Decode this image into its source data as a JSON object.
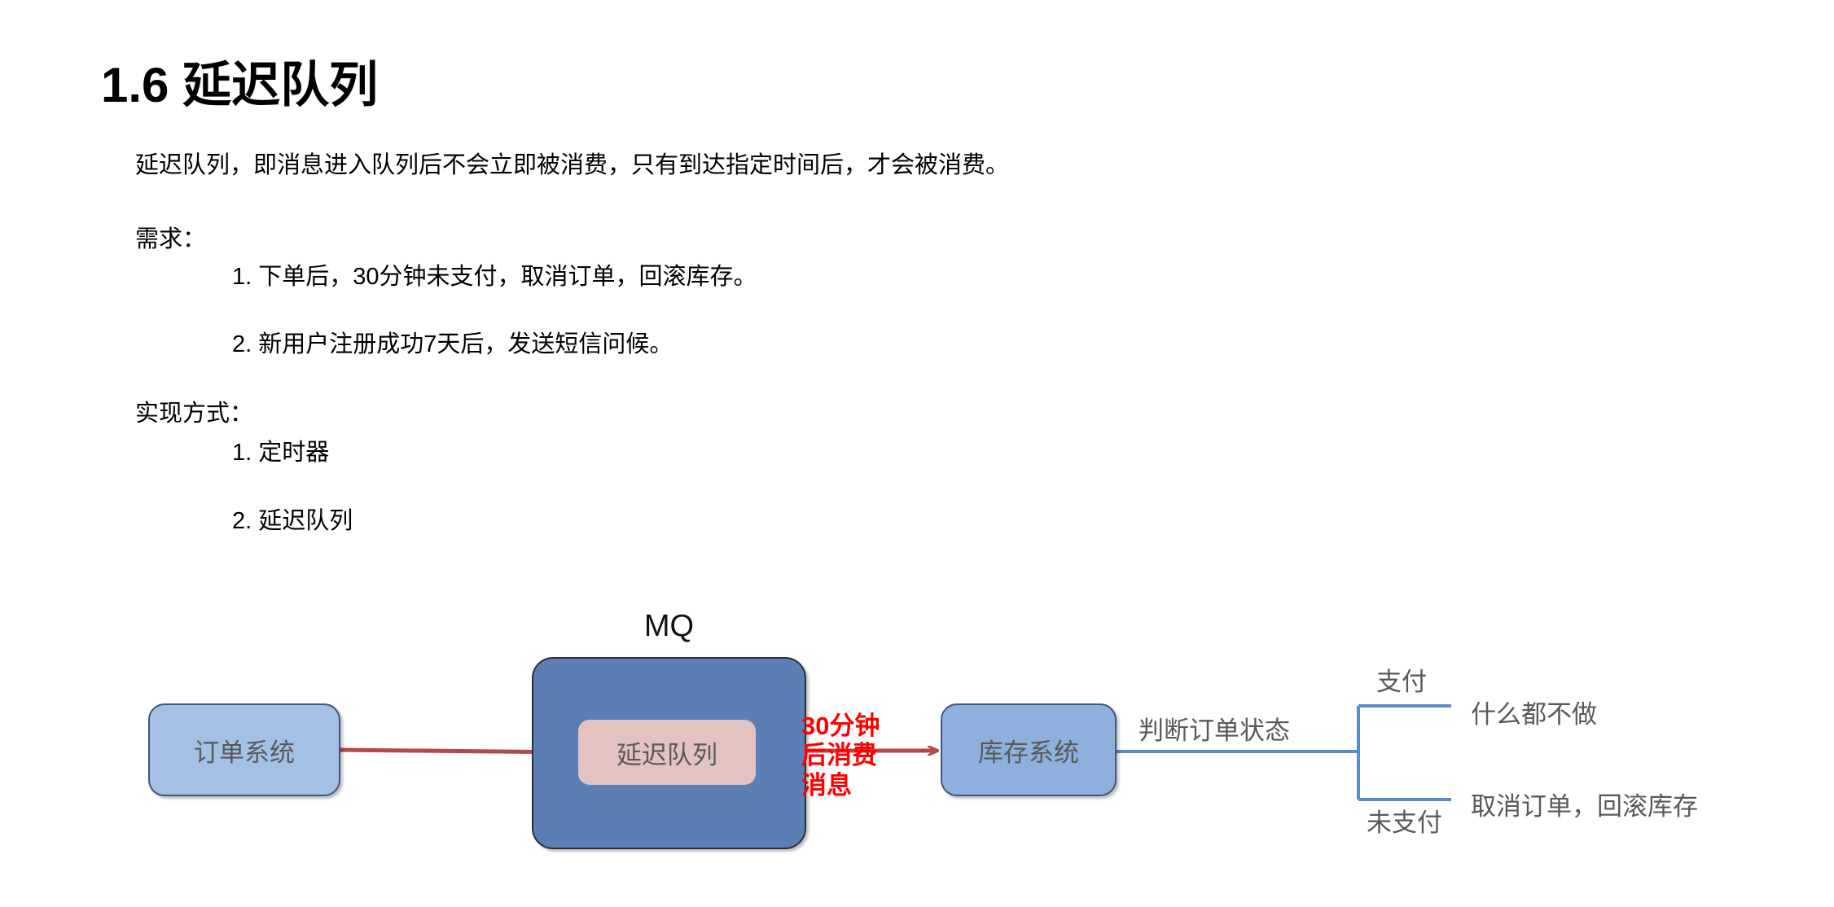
{
  "document": {
    "title": "1.6 延迟队列",
    "intro": "延迟队列，即消息进入队列后不会立即被消费，只有到达指定时间后，才会被消费。",
    "requirements_label": "需求：",
    "requirements": [
      "1. 下单后，30分钟未支付，取消订单，回滚库存。",
      "2. 新用户注册成功7天后，发送短信问候。"
    ],
    "implementation_label": "实现方式：",
    "implementations": [
      "1. 定时器",
      "2. 延迟队列"
    ]
  },
  "diagram": {
    "mq_label": "MQ",
    "order_system": "订单系统",
    "delay_queue": "延迟队列",
    "inventory_system": "库存系统",
    "delay_note": "30分钟\n后消费\n消息",
    "judge_order_state": "判断订单状态",
    "branch_paid_label": "支付",
    "branch_unpaid_label": "未支付",
    "branch_paid_action": "什么都不做",
    "branch_unpaid_action": "取消订单，回滚库存",
    "colors": {
      "mq_box_fill": "#5b7fb5",
      "delay_queue_fill": "#e3c3c1",
      "order_box_fill": "#a5c0e5",
      "inventory_box_fill": "#8fb0dc",
      "red_arrow": "#b5484a",
      "blue_line": "#5b8bc9",
      "note_red": "#ff0000",
      "node_text": "#595959"
    }
  }
}
